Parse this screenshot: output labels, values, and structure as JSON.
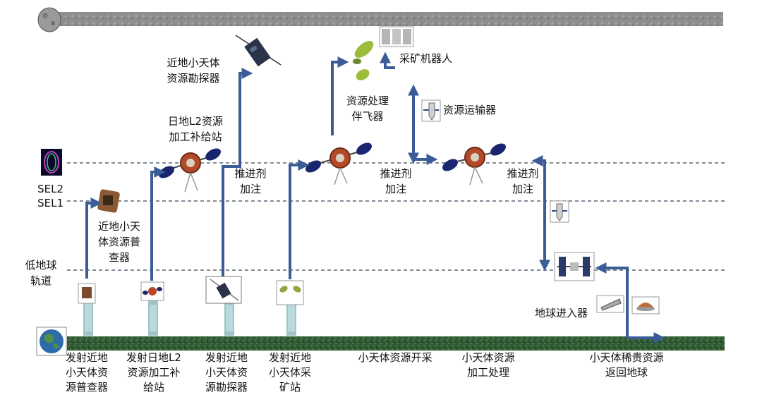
{
  "orbits": {
    "sel2": "SEL2",
    "sel1": "SEL1",
    "leo_line1": "低地球",
    "leo_line2": "轨道"
  },
  "vehicles": {
    "prospector_line1": "近地小天",
    "prospector_line2": "体资源普",
    "prospector_line3": "查器",
    "surveyor_line1": "近地小天体",
    "surveyor_line2": "资源勘探器",
    "l2_station_line1": "日地L2资源",
    "l2_station_line2": "加工补给站",
    "processing_companion_line1": "资源处理",
    "processing_companion_line2": "伴飞器",
    "mining_robot": "采矿机器人",
    "transporter": "资源运输器",
    "earth_entry": "地球进入器"
  },
  "refuel": {
    "a_line1": "推进剂",
    "a_line2": "加注",
    "b_line1": "推进剂",
    "b_line2": "加注",
    "c_line1": "推进剂",
    "c_line2": "加注"
  },
  "phases": {
    "p1_line1": "发射近地",
    "p1_line2": "小天体资",
    "p1_line3": "源普查器",
    "p2_line1": "发射日地L2",
    "p2_line2": "资源加工补",
    "p2_line3": "给站",
    "p3_line1": "发射近地",
    "p3_line2": "小天体资",
    "p3_line3": "源勘探器",
    "p4_line1": "发射近地",
    "p4_line2": "小天体采",
    "p4_line3": "矿站",
    "p5_line1": "小天体资源开采",
    "p6_line1": "小天体资源",
    "p6_line2": "加工处理",
    "p7_line1": "小天体稀贵资源",
    "p7_line2": "返回地球"
  },
  "colors": {
    "arrow": "#3b5c96",
    "orbit_dash": "#5a6675",
    "asteroid_band": "#8f8f8f",
    "ground_band": "#2f5a34"
  }
}
